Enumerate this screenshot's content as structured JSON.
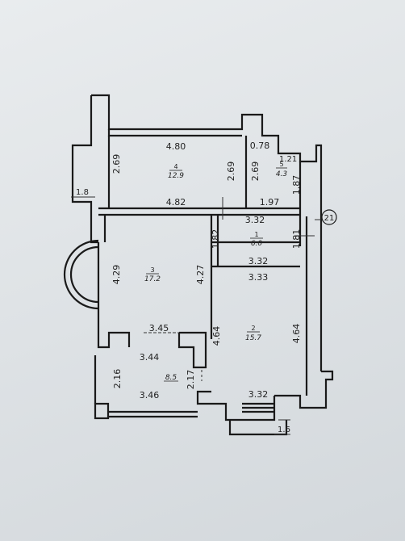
{
  "plan_number": "21",
  "rooms": [
    {
      "id": "1",
      "area": "6.0"
    },
    {
      "id": "2",
      "area": "15.7"
    },
    {
      "id": "3",
      "area": "17.2"
    },
    {
      "id": "4",
      "area": "12.9"
    },
    {
      "id": "5",
      "area": "4.3"
    },
    {
      "id": "terrace",
      "area": "8.5"
    }
  ],
  "dims": {
    "d_4_80": "4.80",
    "d_0_78": "0.78",
    "d_1_21": "1.21",
    "d_2_69a": "2.69",
    "d_2_69b": "2.69",
    "d_2_69c": "2.69",
    "d_1_87": "1.87",
    "d_4_82": "4.82",
    "d_1_97": "1.97",
    "d_1_8": "1.8",
    "d_3_32a": "3.32",
    "d_1_82": "1.82",
    "d_1_81": "1.81",
    "d_3_32b": "3.32",
    "d_4_29": "4.29",
    "d_4_27": "4.27",
    "d_3_33": "3.33",
    "d_3_45": "3.45",
    "d_4_64a": "4.64",
    "d_4_64b": "4.64",
    "d_3_44": "3.44",
    "d_2_16": "2.16",
    "d_2_17": "2.17",
    "d_3_46": "3.46",
    "d_3_32c": "3.32",
    "d_1_6": "1.6"
  }
}
